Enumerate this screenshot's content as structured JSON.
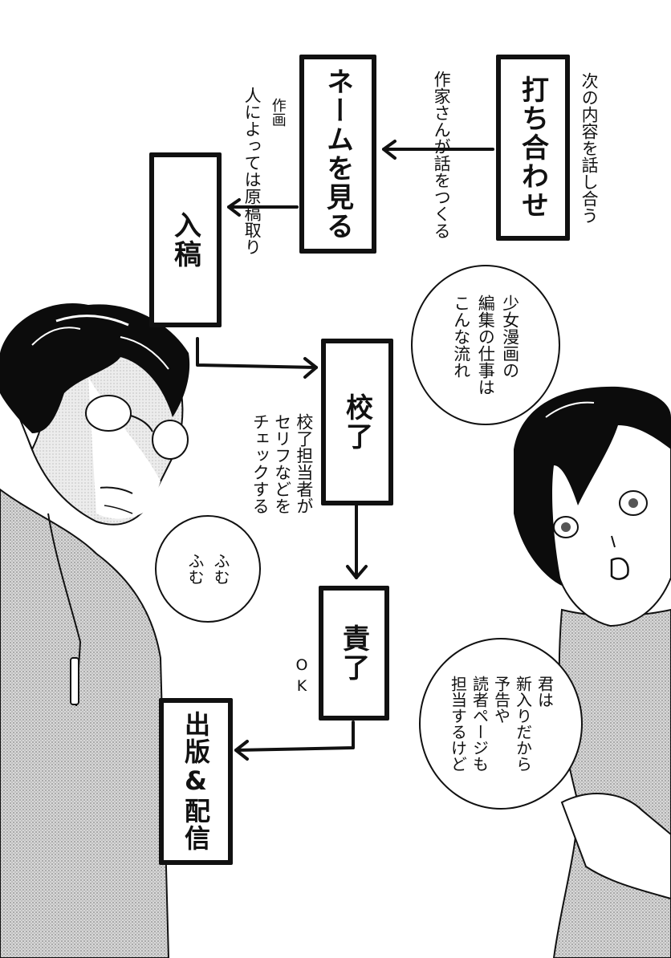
{
  "page": {
    "background": "#ffffff",
    "ink": "#111111",
    "screentone": "#bdbdbd"
  },
  "flowchart": {
    "steps": [
      {
        "id": "uchiawase",
        "label": "打ち合わせ",
        "note": "次の内容を話し合う"
      },
      {
        "id": "name",
        "label": "ネームを見る",
        "note": "作家さんが話をつくる"
      },
      {
        "id": "nyuukou",
        "label": "入稿",
        "note_small": "作画",
        "note": "人によっては原稿取り"
      },
      {
        "id": "kouryou",
        "label": "校了",
        "note": "校了担当者が\nセリフなどを\nチェックする"
      },
      {
        "id": "sekiryou",
        "label": "責了",
        "note": "OK"
      },
      {
        "id": "publish",
        "label": "出版&配信"
      }
    ]
  },
  "speech_bubbles": [
    {
      "id": "bubble-flow",
      "speaker": "woman",
      "text": "少女漫画の\n編集の仕事は\nこんな流れ"
    },
    {
      "id": "bubble-fumu",
      "speaker": "man",
      "text": "ふむ\nふむ"
    },
    {
      "id": "bubble-newcomer",
      "speaker": "woman",
      "text": "君は\n新入りだから\n予告や\n読者ページも\n担当するけど"
    }
  ],
  "characters": [
    {
      "id": "man",
      "description": "man with glasses and dark wavy hair, grey hoodie"
    },
    {
      "id": "woman",
      "description": "woman with black bob haircut and bangs, surprised expression"
    }
  ]
}
